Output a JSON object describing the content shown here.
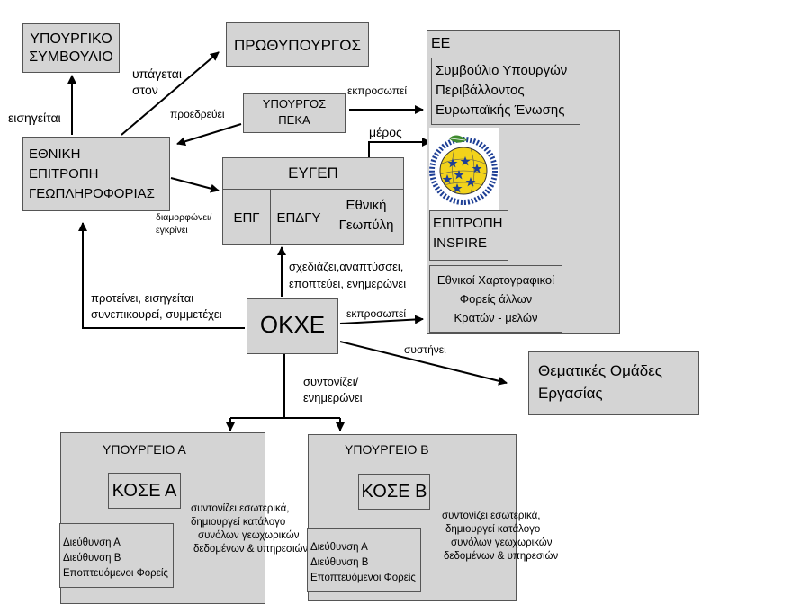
{
  "nodes": {
    "cabinet": [
      "ΥΠΟΥΡΓΙΚΟ",
      "ΣΥΜΒΟΥΛΙΟ"
    ],
    "pm": "ΠΡΩΘΥΠΟΥΡΓΟΣ",
    "minister": [
      "ΥΠΟΥΡΓΟΣ",
      "ΠΕΚΑ"
    ],
    "national_committee": [
      "ΕΘΝΙΚΗ",
      "ΕΠΙΤΡΟΠΗ",
      "ΓΕΩΠΛΗΡΟΦΟΡΙΑΣ"
    ],
    "eygep": {
      "title": "ΕΥΓΕΠ",
      "parts": [
        "ΕΠΓ",
        "ΕΠΔΓΥ"
      ],
      "portal": [
        "Εθνική",
        "Γεωπύλη"
      ]
    },
    "eu": {
      "title": "ΕΕ",
      "council": [
        "Συμβούλιο Υπουργών",
        "Περιβάλλοντος",
        "Ευρωπαϊκής Ένωσης"
      ],
      "inspire_committee": [
        "ΕΠΙΤΡΟΠΗ",
        "INSPIRE"
      ],
      "mapping_agencies": [
        "Εθνικοί Χαρτογραφικοί",
        "Φορείς άλλων",
        "Κρατών - μελών"
      ],
      "logo": {
        "ring_text": "INSPIRE · Infrastructure for Spatial Information in Europe",
        "colors": {
          "outer": "#ffffff",
          "globe": "#f2d31b",
          "stars": "#1e3f95",
          "leaf": "#3e8a2e",
          "ring": "#1e3f95"
        }
      }
    },
    "okxe": "ΟΚΧΕ",
    "thematic": [
      "Θεματικές Ομάδες",
      "Εργασίας"
    ],
    "ministry_a": {
      "title": "ΥΠΟΥΡΓΕΙΟ Α",
      "kose": "ΚΟΣΕ Α",
      "units": [
        "Διεύθυνση Α",
        "Διεύθυνση Β",
        "Εποπτευόμενοι Φορείς"
      ],
      "note": [
        "συντονίζει εσωτερικά,",
        "δημιουργεί κατάλογο",
        "συνόλων γεωχωρικών",
        "δεδομένων & υπηρεσιών"
      ]
    },
    "ministry_b": {
      "title": "ΥΠΟΥΡΓΕΙΟ Β",
      "kose": "ΚΟΣΕ Β",
      "units": [
        "Διεύθυνση Α",
        "Διεύθυνση Β",
        "Εποπτευόμενοι Φορείς"
      ],
      "note": [
        "συντονίζει εσωτερικά,",
        "δημιουργεί κατάλογο",
        "συνόλων γεωχωρικών",
        "δεδομένων & υπηρεσιών"
      ]
    }
  },
  "edges": {
    "proposes": "εισηγείται",
    "reports_to": [
      "υπάγεται",
      "στον"
    ],
    "chairs": "προεδρεύει",
    "represents_eu": "εκπροσωπεί",
    "part_of": "μέρος",
    "shapes_approves": [
      "διαμορφώνει/",
      "εγκρίνει"
    ],
    "designs": [
      "σχεδιάζει,αναπτύσσει,",
      "εποπτεύει, ενημερώνει"
    ],
    "proposes_coop": [
      "προτείνει, εισηγείται",
      "συνεπικουρεί, συμμετέχει"
    ],
    "okxe_represents": "εκπροσωπεί",
    "establishes": "συστήνει",
    "coordinates": [
      "συντονίζει/",
      "ενημερώνει"
    ]
  },
  "colors": {
    "box_fill": "#d4d4d4",
    "box_border": "#555555",
    "line": "#000000"
  }
}
